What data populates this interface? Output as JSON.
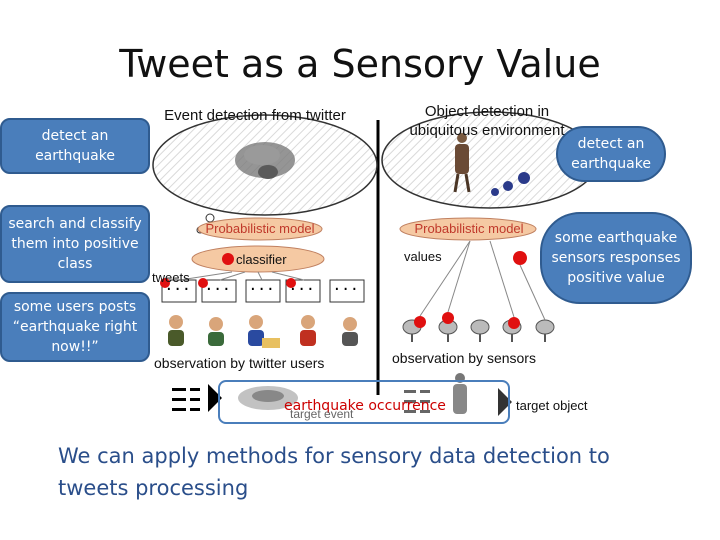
{
  "title": "Tweet as a Sensory Value",
  "left_boxes": {
    "detect": "detect an earthquake",
    "search": "search and classify them into positive class",
    "users": "some users posts “earthquake right now!!”"
  },
  "right_boxes": {
    "detect": "detect an earthquake",
    "sensors": "some earthquake sensors responses positive value"
  },
  "left_section": {
    "heading": "Event detection from twitter",
    "model": "Probabilistic model",
    "classifier": "classifier",
    "tweets": "tweets",
    "observation": "observation by twitter users"
  },
  "right_section": {
    "heading": "Object detection in ubiquitous environment",
    "model": "Probabilistic model",
    "values": "values",
    "observation": "observation by sensors",
    "target_object": "target object"
  },
  "event_row": {
    "occurrence": "earthquake occurrence",
    "target_event": "target event"
  },
  "bottom_text": "We can apply methods for sensory data detection to tweets processing",
  "colors": {
    "box_blue": "#4a7ebb",
    "ellipse_fill": "#f5c9a3",
    "red_dot": "#e01010",
    "occurrence_red": "#cc0000",
    "text_blue": "#2a4e8a"
  },
  "icons": [
    "typhoon-icon",
    "person-icon",
    "user-icon",
    "sensor-camera-icon",
    "dots-icon"
  ]
}
